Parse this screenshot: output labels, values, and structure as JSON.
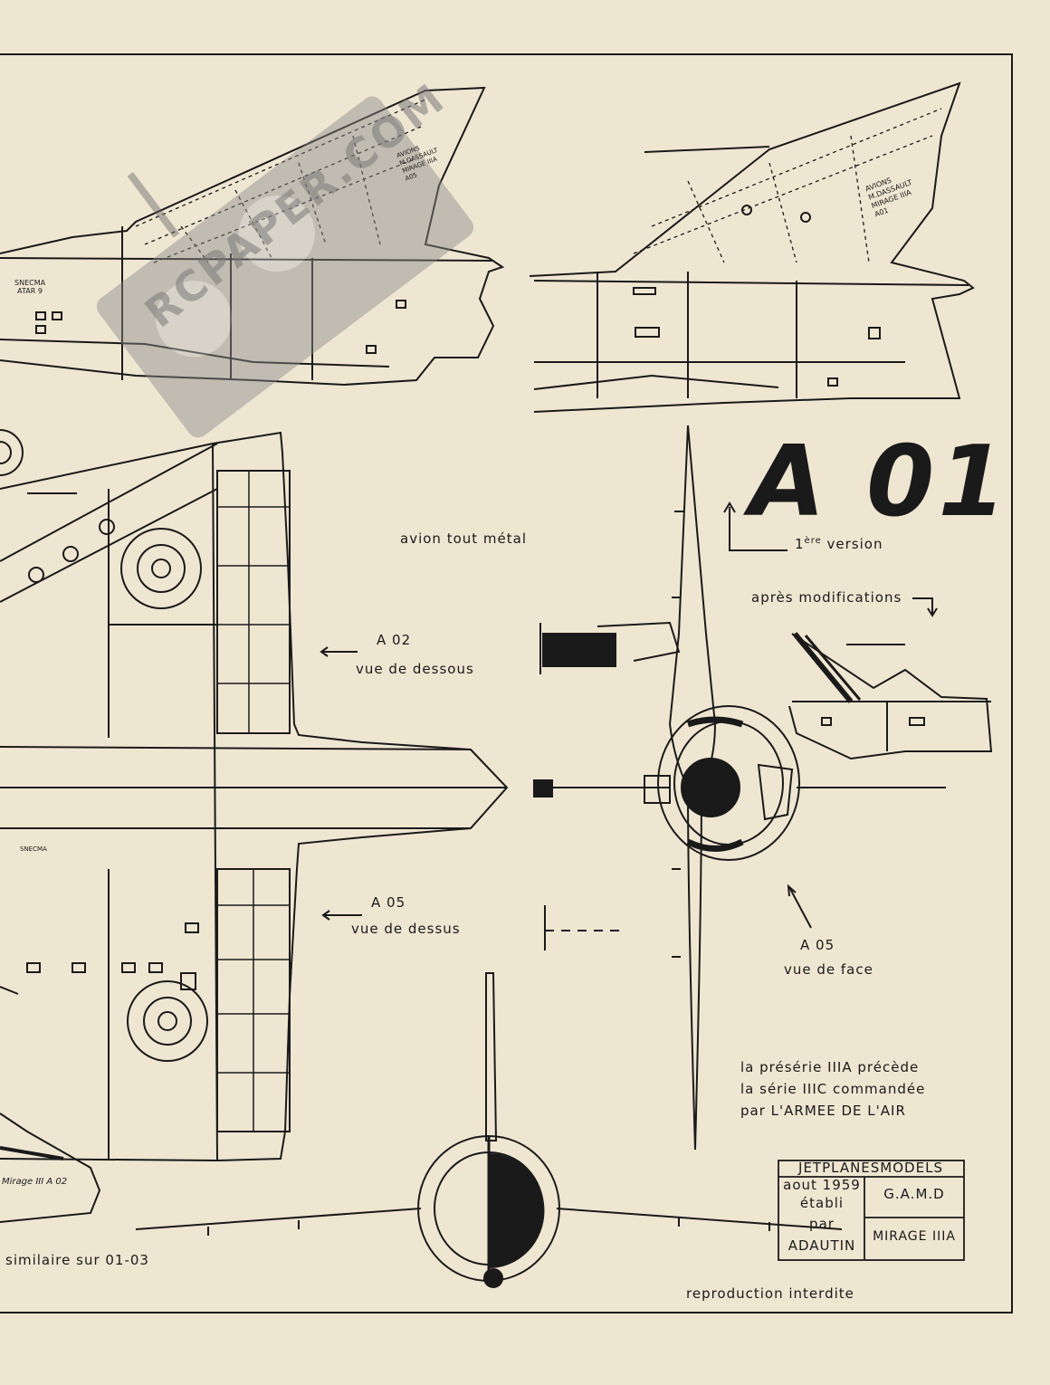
{
  "designation": {
    "main": "A 01",
    "version_number": "1",
    "version_sup": "ère",
    "version_word": "version"
  },
  "labels": {
    "material": "avion tout métal",
    "after_mods": "après modifications",
    "a02": "A 02",
    "a02_view": "vue de dessous",
    "a05_top": "A 05",
    "a05_top_view": "vue de dessus",
    "a05_front": "A 05",
    "a05_front_view": "vue de face",
    "similar": "similaire sur 01-03",
    "reproduction": "reproduction interdite"
  },
  "note": {
    "line1": "la présérie IIIA précède",
    "line2": "la série IIIC commandée",
    "line3": "par L'ARMEE DE L'AIR"
  },
  "fin_markings": {
    "left": [
      "AVIONS",
      "M.DASSAULT",
      "MIRAGE IIIA",
      "A05"
    ],
    "right": [
      "AVIONS",
      "M.DASSAULT",
      "MIRAGE IIIA",
      "A01"
    ]
  },
  "engine_marking": [
    "SNECMA",
    "ATAR 9"
  ],
  "engine_marking_bottom": "SNECMA",
  "nose_marking": "Mirage III A 02",
  "title_block": {
    "header": "JETPLANESMODELS",
    "date": "aout 1959",
    "established": "établi",
    "by": "par",
    "author": "ADAUTIN",
    "org": "G.A.M.D",
    "model": "MIRAGE IIIA"
  },
  "watermark": "RCPAPER.COM",
  "colors": {
    "paper": "#efe6d2",
    "ink": "#1a1a1a",
    "watermark": "#8a8a8a"
  }
}
